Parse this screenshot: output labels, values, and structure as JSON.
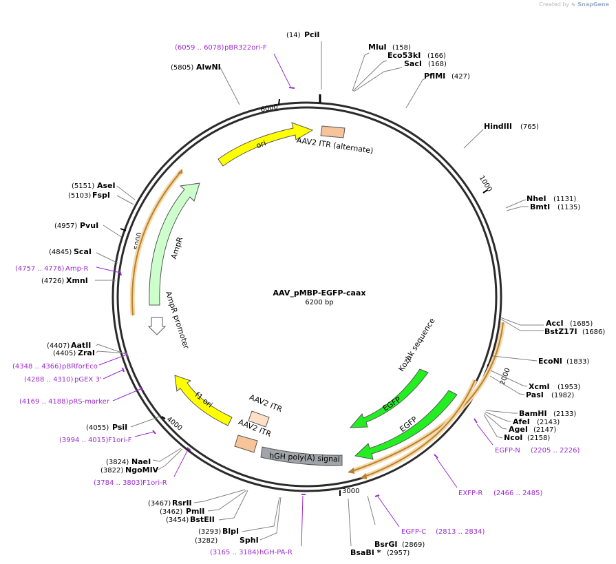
{
  "header": {
    "created_by": "Created by",
    "brand": "SnapGene"
  },
  "plasmid": {
    "name": "AAV_pMBP-EGFP-caax",
    "size": "6200 bp"
  },
  "ticks": [
    "1000",
    "2000",
    "3000",
    "4000",
    "5000",
    "6000"
  ],
  "features": {
    "ori": "ori",
    "itr_alternate": "AAV2 ITR (alternate)",
    "ampr": "AmpR",
    "ampr_promoter": "AmpR promoter",
    "f1_ori": "f1 ori",
    "itr_a": "AAV2 ITR",
    "itr_b": "AAV2 ITR",
    "hgh": "hGH poly(A) signal",
    "kozak": "Kozak sequence",
    "egfp_a": "EGFP",
    "egfp_b": "EGFP"
  },
  "enzymes": [
    {
      "name": "PciI",
      "pos": "(14)"
    },
    {
      "name": "MluI",
      "pos": "(158)"
    },
    {
      "name": "Eco53kI",
      "pos": "(166)"
    },
    {
      "name": "SacI",
      "pos": "(168)"
    },
    {
      "name": "PflMI",
      "pos": "(427)"
    },
    {
      "name": "HindIII",
      "pos": "(765)"
    },
    {
      "name": "NheI",
      "pos": "(1131)"
    },
    {
      "name": "BmtI",
      "pos": "(1135)"
    },
    {
      "name": "AccI",
      "pos": "(1685)"
    },
    {
      "name": "BstZ17I",
      "pos": "(1686)"
    },
    {
      "name": "EcoNI",
      "pos": "(1833)"
    },
    {
      "name": "XcmI",
      "pos": "(1953)"
    },
    {
      "name": "PasI",
      "pos": "(1982)"
    },
    {
      "name": "BamHI",
      "pos": "(2133)"
    },
    {
      "name": "AfeI",
      "pos": "(2143)"
    },
    {
      "name": "AgeI",
      "pos": "(2147)"
    },
    {
      "name": "NcoI",
      "pos": "(2158)"
    },
    {
      "name": "BsrGI",
      "pos": "(2869)"
    },
    {
      "name": "BsaBI *",
      "pos": "(2957)"
    },
    {
      "name": "SphI",
      "pos": "(3282)"
    },
    {
      "name": "BlpI",
      "pos": "(3293)"
    },
    {
      "name": "BstEII",
      "pos": "(3454)"
    },
    {
      "name": "PmlI",
      "pos": "(3462)"
    },
    {
      "name": "RsrII",
      "pos": "(3467)"
    },
    {
      "name": "NgoMIV",
      "pos": "(3822)"
    },
    {
      "name": "NaeI",
      "pos": "(3824)"
    },
    {
      "name": "PsiI",
      "pos": "(4055)"
    },
    {
      "name": "ZraI",
      "pos": "(4405)"
    },
    {
      "name": "AatII",
      "pos": "(4407)"
    },
    {
      "name": "XmnI",
      "pos": "(4726)"
    },
    {
      "name": "ScaI",
      "pos": "(4845)"
    },
    {
      "name": "PvuI",
      "pos": "(4957)"
    },
    {
      "name": "FspI",
      "pos": "(5103)"
    },
    {
      "name": "AseI",
      "pos": "(5151)"
    },
    {
      "name": "AlwNI",
      "pos": "(5805)"
    }
  ],
  "primers": [
    {
      "name": "pBR322ori-F",
      "range": "(6059 .. 6078)"
    },
    {
      "name": "EGFP-N",
      "range": "(2205 .. 2226)"
    },
    {
      "name": "EXFP-R",
      "range": "(2466 .. 2485)"
    },
    {
      "name": "EGFP-C",
      "range": "(2813 .. 2834)"
    },
    {
      "name": "hGH-PA-R",
      "range": "(3165 .. 3184)"
    },
    {
      "name": "F1ori-R",
      "range": "(3784 .. 3803)"
    },
    {
      "name": "F1ori-F",
      "range": "(3994 .. 4015)"
    },
    {
      "name": "pRS-marker",
      "range": "(4169 .. 4188)"
    },
    {
      "name": "pGEX 3'",
      "range": "(4288 .. 4310)"
    },
    {
      "name": "pBRforEco",
      "range": "(4348 .. 4366)"
    },
    {
      "name": "Amp-R",
      "range": "(4757 .. 4776)"
    }
  ],
  "colors": {
    "ori": "#ffff00",
    "itr": "#f7c399",
    "ampr": "#ccffcc",
    "egfp": "#22ee22",
    "hgh": "#a0a4a8",
    "orf": "#c28a3a",
    "primer": "#9b2bd0"
  }
}
